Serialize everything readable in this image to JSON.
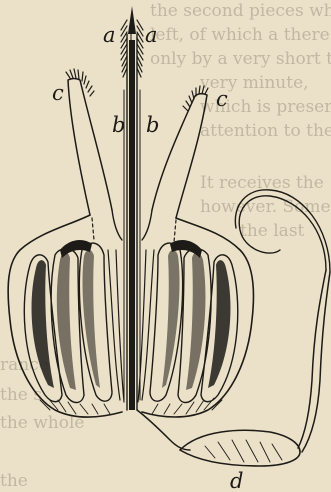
{
  "figure": {
    "labels": {
      "a_left": "a",
      "a_right": "a",
      "b_left": "b",
      "b_right": "b",
      "c_left": "c",
      "c_right": "c",
      "d": "d"
    },
    "bleed_lines": [
      "the second pieces which is",
      "left, of which a there to be",
      "only by a very short tube,",
      "very minute,",
      "which is present in the co",
      "attention to the",
      "It receives the",
      "however. Some at",
      "the last",
      "",
      "",
      "",
      "rance",
      "the s",
      "the whole",
      "",
      "",
      "the"
    ],
    "colors": {
      "paper": "#ebe1c8",
      "ink": "#1d1b17",
      "bleed": "#8a8170"
    }
  }
}
